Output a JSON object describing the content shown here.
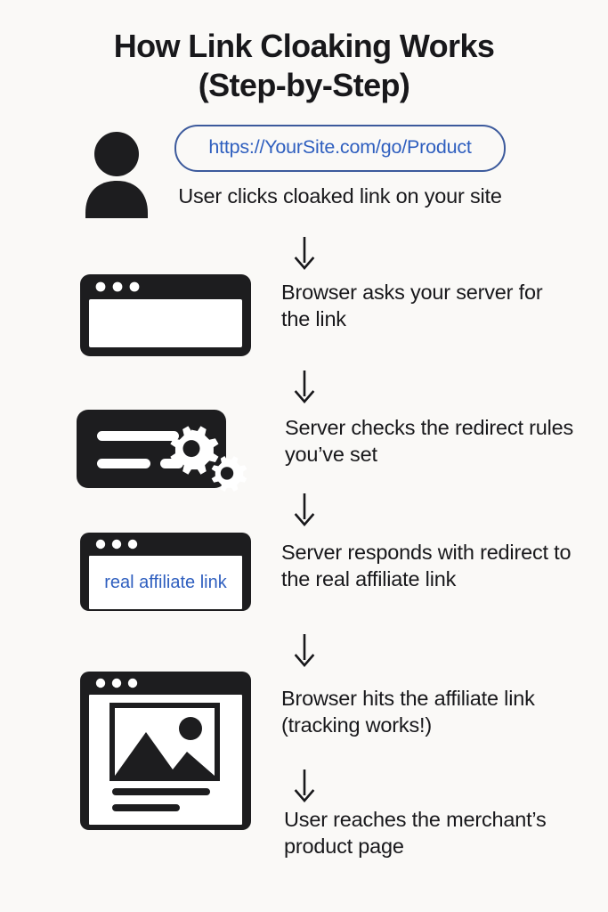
{
  "title": {
    "line1": "How Link Cloaking Works",
    "line2": "(Step-by-Step)"
  },
  "colors": {
    "background": "#faf9f7",
    "ink": "#18181b",
    "link_blue": "#2f5fbf",
    "pill_border": "#3c5a9c"
  },
  "steps": [
    {
      "id": 1,
      "icon": "user-icon",
      "url_value": "https://YourSite.com/go/Product",
      "caption": "User clicks cloaked link on your site"
    },
    {
      "id": 2,
      "icon": "browser-window-icon",
      "caption": "Browser asks your server for the link"
    },
    {
      "id": 3,
      "icon": "server-gears-icon",
      "caption": "Server checks the redirect rules you’ve set"
    },
    {
      "id": 4,
      "icon": "browser-redirect-icon",
      "inner_label": "real affiliate link",
      "caption": "Server responds with redirect to the real affiliate link"
    },
    {
      "id": 5,
      "icon": "browser-product-page-icon",
      "caption": "Browser hits the affiliate link (tracking works!)"
    },
    {
      "id": 6,
      "icon": "none",
      "caption": "User reaches the merchant’s product page"
    }
  ],
  "arrows": {
    "glyph": "down-arrow-icon",
    "count": 5
  }
}
